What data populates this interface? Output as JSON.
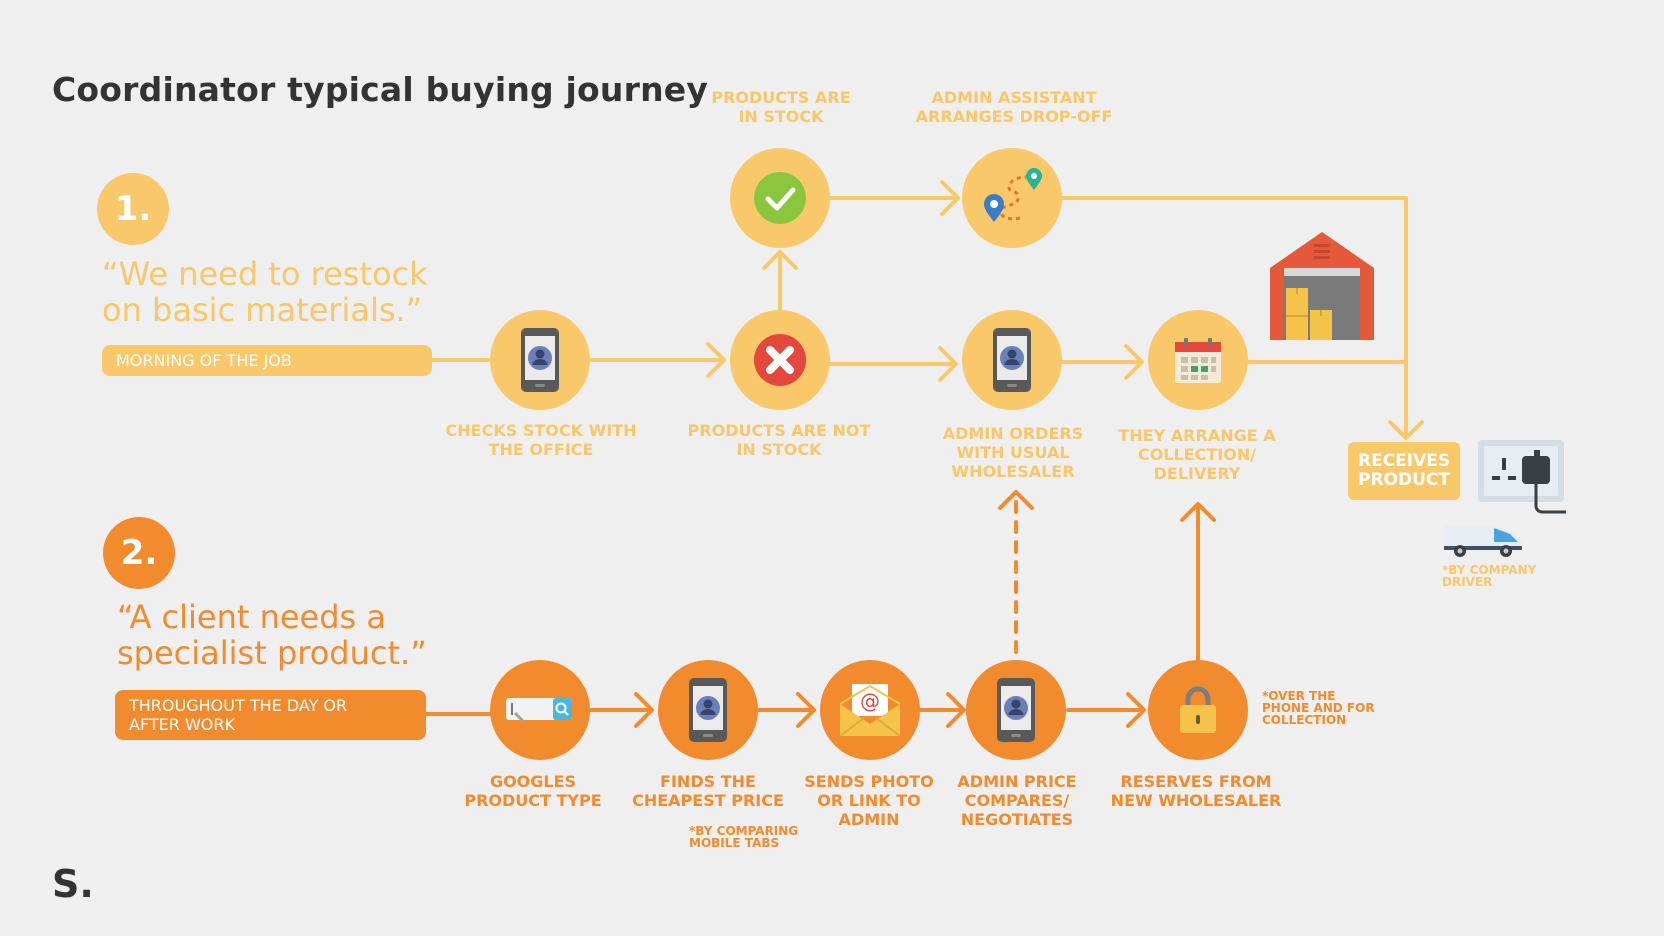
{
  "title": "Coordinator typical buying journey",
  "logo": "S.",
  "colors": {
    "yellow": "#f9c86b",
    "orange": "#f28a2e",
    "dark_text": "#333333",
    "background": "#efefef"
  },
  "journey1": {
    "number": "1.",
    "quote_line1": "“We need to restock",
    "quote_line2": "on basic materials.”",
    "time_label": "MORNING OF THE JOB",
    "steps": {
      "checks_stock": {
        "icon": "smartphone-icon",
        "line1": "CHECKS STOCK WITH",
        "line2": "THE OFFICE"
      },
      "not_in_stock": {
        "icon": "cross-icon",
        "line1": "PRODUCTS ARE NOT",
        "line2": "IN STOCK"
      },
      "in_stock": {
        "icon": "checkmark-icon",
        "line1": "PRODUCTS ARE",
        "line2": "IN STOCK"
      },
      "drop_off": {
        "icon": "map-route-icon",
        "line1": "ADMIN ASSISTANT",
        "line2": "ARRANGES DROP-OFF"
      },
      "admin_orders": {
        "icon": "smartphone-icon",
        "line1": "ADMIN ORDERS",
        "line2": "WITH USUAL",
        "line3": "WHOLESALER"
      },
      "arrange_collection": {
        "icon": "calendar-icon",
        "line1": "THEY ARRANGE A",
        "line2": "COLLECTION/",
        "line3": "DELIVERY"
      }
    }
  },
  "journey2": {
    "number": "2.",
    "quote_line1": "“A client needs a",
    "quote_line2": "specialist product.”",
    "time_line1": "THROUGHOUT THE DAY OR",
    "time_line2": "AFTER WORK",
    "steps": {
      "googles": {
        "icon": "search-bar-icon",
        "line1": "GOOGLES",
        "line2": "PRODUCT TYPE"
      },
      "cheapest": {
        "icon": "smartphone-icon",
        "line1": "FINDS THE",
        "line2": "CHEAPEST PRICE",
        "note1": "*BY COMPARING",
        "note2": "MOBILE TABS"
      },
      "sends_photo": {
        "icon": "email-icon",
        "line1": "SENDS PHOTO",
        "line2": "OR LINK TO",
        "line3": "ADMIN"
      },
      "compares": {
        "icon": "smartphone-icon",
        "line1": "ADMIN PRICE",
        "line2": "COMPARES/",
        "line3": "NEGOTIATES"
      },
      "reserves": {
        "icon": "padlock-icon",
        "line1": "RESERVES FROM",
        "line2": "NEW WHOLESALER",
        "note1": "*OVER THE",
        "note2": "PHONE AND FOR",
        "note3": "COLLECTION"
      }
    }
  },
  "receives": {
    "line1": "RECEIVES",
    "line2": "PRODUCT",
    "note1": "*BY COMPANY",
    "note2": "DRIVER",
    "icons": [
      "warehouse-icon",
      "power-socket-icon",
      "van-icon"
    ]
  }
}
